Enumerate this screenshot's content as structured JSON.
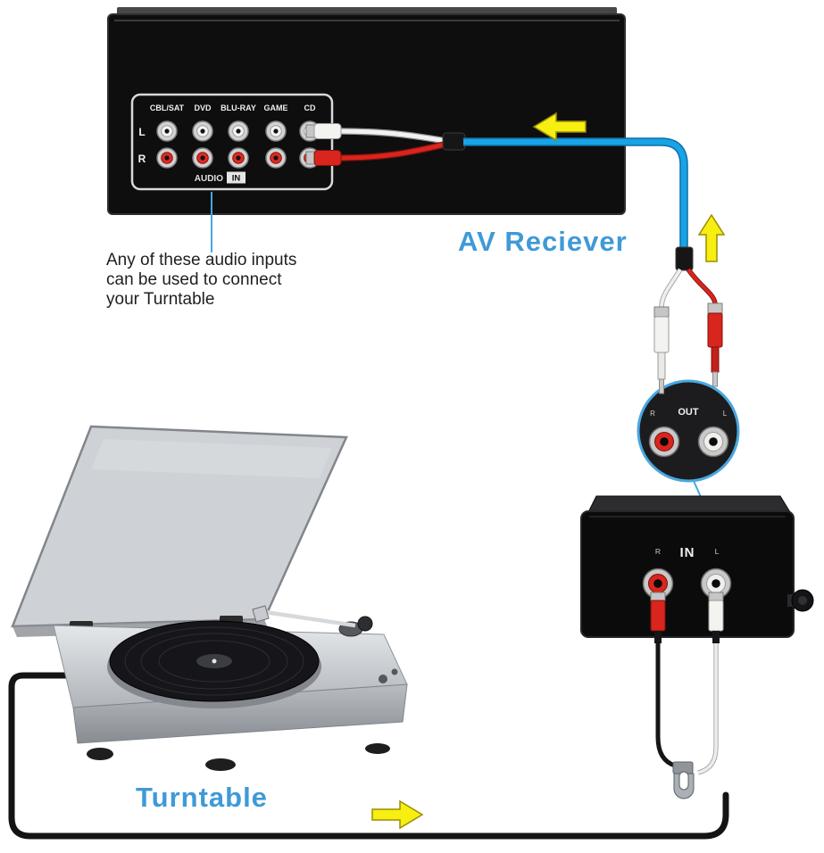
{
  "receiver": {
    "label": "AV Reciever",
    "input_labels": [
      "CBL/SAT",
      "DVD",
      "BLU-RAY",
      "GAME",
      "CD"
    ],
    "left_channel": "L",
    "right_channel": "R",
    "audio_label": "AUDIO",
    "in_label": "IN"
  },
  "annotation": {
    "line1": "Any of these audio inputs",
    "line2": "can be used to connect",
    "line3": "your Turntable"
  },
  "zoom_view": {
    "out_label": "OUT",
    "left_label": "R",
    "right_label": "L"
  },
  "preamp": {
    "in_label": "IN",
    "left_label": "R",
    "right_label": "L"
  },
  "turntable": {
    "label": "Turntable"
  },
  "colors": {
    "cable_blue": "#18a3e6",
    "heading_blue": "#3f9ad7",
    "arrow_yellow": "#f7ee12",
    "rca_red": "#d8251d",
    "rca_white": "#f3f3f0",
    "chassis_black": "#0e0e0e"
  }
}
